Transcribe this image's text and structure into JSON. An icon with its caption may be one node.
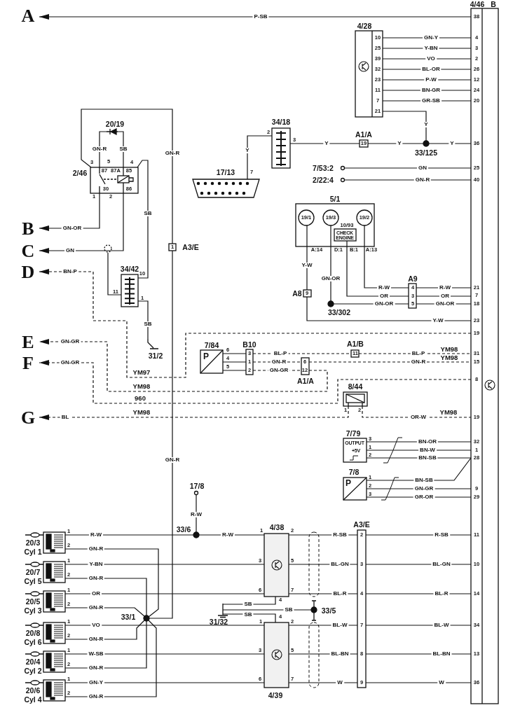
{
  "diagram": {
    "nodes": [
      {
        "text": [
          "A"
        ]
      },
      {
        "text": [
          "B"
        ]
      },
      {
        "text": [
          "C"
        ]
      },
      {
        "text": [
          "D"
        ]
      },
      {
        "text": [
          "E"
        ]
      },
      {
        "text": [
          "F"
        ]
      },
      {
        "text": [
          "G"
        ]
      },
      {
        "text": [
          "4/46",
          "B",
          "38",
          "4",
          "3",
          "2",
          "26",
          "12",
          "24",
          "20",
          "36",
          "25",
          "40",
          "21",
          "7",
          "18",
          "23",
          "19",
          "31",
          "15",
          "8",
          "19",
          "32",
          "1",
          "28",
          "9",
          "29",
          "11",
          "10",
          "14",
          "34",
          "13",
          "36"
        ]
      },
      {
        "text": [
          "4/28",
          "10",
          "25",
          "39",
          "32",
          "23",
          "11",
          "7",
          "21"
        ]
      },
      {
        "text": [
          "34/18"
        ]
      },
      {
        "text": [
          "17/13"
        ]
      },
      {
        "text": [
          "A1/A",
          "19"
        ]
      },
      {
        "text": [
          "33/125"
        ]
      },
      {
        "text": [
          "7/53:2"
        ]
      },
      {
        "text": [
          "2/22:4"
        ]
      },
      {
        "text": [
          "2/46",
          "87",
          "87A",
          "85",
          "30",
          "86"
        ]
      },
      {
        "text": [
          "20/19"
        ]
      },
      {
        "text": [
          "34/42"
        ]
      },
      {
        "text": [],
        "shape": "circle"
      },
      {
        "text": [
          "31/2"
        ]
      },
      {
        "text": [
          "1",
          "A3/E"
        ]
      },
      {
        "text": [
          "5/1"
        ]
      },
      {
        "text": [
          "19/1"
        ],
        "in": 21
      },
      {
        "text": [
          "19/3"
        ],
        "in": 21
      },
      {
        "text": [
          "10/93",
          "CHECK ENGINE"
        ],
        "in": 21
      },
      {
        "text": [
          "19/2"
        ],
        "in": 21
      },
      {
        "text": [
          "A8",
          "9"
        ]
      },
      {
        "text": [
          "33/302"
        ]
      },
      {
        "text": [
          "A9",
          "4",
          "3",
          "5"
        ]
      },
      {
        "text": [
          "7/84",
          "P"
        ]
      },
      {
        "text": [
          "B10",
          "3",
          "1",
          "2"
        ]
      },
      {
        "text": [
          "A1/B",
          "11"
        ]
      },
      {
        "text": [
          "6",
          "12",
          "A1/A"
        ]
      },
      {
        "text": [
          "8/44"
        ]
      },
      {
        "text": [
          "7/79",
          "OUTPUT",
          "+5V"
        ]
      },
      {
        "text": [
          "7/8",
          "P"
        ]
      },
      {
        "text": [
          "17/8"
        ]
      },
      {
        "text": [
          "33/6"
        ]
      },
      {
        "text": [
          "20/3",
          "Cyl 1"
        ]
      },
      {
        "text": [
          "20/7",
          "Cyl 5"
        ]
      },
      {
        "text": [
          "20/5",
          "Cyl 3"
        ]
      },
      {
        "text": [
          "20/8",
          "Cyl 6"
        ]
      },
      {
        "text": [
          "20/4",
          "Cyl 2"
        ]
      },
      {
        "text": [
          "20/6",
          "Cyl 4"
        ]
      },
      {
        "text": [
          "33/1"
        ]
      },
      {
        "text": [
          "4/38"
        ]
      },
      {
        "text": [
          "31/32"
        ]
      },
      {
        "text": [
          "33/5"
        ]
      },
      {
        "text": [
          "4/39"
        ]
      },
      {
        "text": [
          "A3/E",
          "2",
          "3",
          "4",
          "7",
          "8",
          "9"
        ]
      }
    ],
    "edges": [
      {
        "from": 7,
        "to": 0,
        "arrow": "to",
        "label": "P-SB"
      },
      {
        "from": 8,
        "to": 7,
        "arrow": "none",
        "label": "GN-Y"
      },
      {
        "from": 8,
        "to": 7,
        "arrow": "none",
        "label": "Y-BN"
      },
      {
        "from": 8,
        "to": 7,
        "arrow": "none",
        "label": "VO"
      },
      {
        "from": 8,
        "to": 7,
        "arrow": "none",
        "label": "BL-OR"
      },
      {
        "from": 8,
        "to": 7,
        "arrow": "none",
        "label": "P-W"
      },
      {
        "from": 8,
        "to": 7,
        "arrow": "none",
        "label": "BN-GR"
      },
      {
        "from": 8,
        "to": 7,
        "arrow": "none",
        "label": "GR-SB"
      },
      {
        "from": 8,
        "to": 12,
        "arrow": "none",
        "label": "Y"
      },
      {
        "from": 10,
        "to": 9,
        "arrow": "none",
        "label": "Y"
      },
      {
        "from": 9,
        "to": 11,
        "arrow": "none",
        "label": "Y"
      },
      {
        "from": 11,
        "to": 12,
        "arrow": "none",
        "label": "Y"
      },
      {
        "from": 12,
        "to": 7,
        "arrow": "none",
        "label": "Y"
      },
      {
        "from": 13,
        "to": 7,
        "arrow": "none",
        "label": "GN"
      },
      {
        "from": 14,
        "to": 7,
        "arrow": "none",
        "label": "GN-R"
      },
      {
        "from": 15,
        "to": 16,
        "arrow": "none",
        "label": "GN-R"
      },
      {
        "from": 16,
        "to": 15,
        "arrow": "none",
        "label": "SB"
      },
      {
        "from": 15,
        "to": 20,
        "arrow": "none",
        "label": "GN-R"
      },
      {
        "from": 15,
        "to": 1,
        "arrow": "to",
        "label": "GN-OR"
      },
      {
        "from": 15,
        "to": 2,
        "arrow": "to",
        "label": "GN"
      },
      {
        "from": 15,
        "to": 17,
        "arrow": "none",
        "label": "SB"
      },
      {
        "from": 17,
        "to": 18,
        "arrow": "none"
      },
      {
        "from": 17,
        "to": 19,
        "arrow": "none",
        "label": "SB"
      },
      {
        "from": 20,
        "to": 44,
        "arrow": "none",
        "label": "GN-R"
      },
      {
        "from": 7,
        "to": 3,
        "arrow": "to",
        "label": "BN-P",
        "style": "dashed"
      },
      {
        "from": 32,
        "to": 4,
        "arrow": "to",
        "label": "GN-GR",
        "style": "dashed"
      },
      {
        "from": 7,
        "to": 5,
        "arrow": "to",
        "label": "GN-GR",
        "style": "dashed"
      },
      {
        "from": 33,
        "to": 6,
        "arrow": "to",
        "label": "BL",
        "style": "dashed"
      },
      {
        "from": 33,
        "to": 7,
        "arrow": "none",
        "label": "OR-W",
        "style": "dashed"
      },
      {
        "from": 29,
        "to": 30,
        "arrow": "none"
      },
      {
        "from": 29,
        "to": 30,
        "arrow": "none"
      },
      {
        "from": 29,
        "to": 30,
        "arrow": "none"
      },
      {
        "from": 30,
        "to": 31,
        "arrow": "none",
        "label": "BL-P",
        "style": "dashed"
      },
      {
        "from": 31,
        "to": 7,
        "arrow": "none",
        "label": "BL-P",
        "style": "dashed"
      },
      {
        "from": 30,
        "to": 32,
        "arrow": "none",
        "label": "GN-R",
        "style": "dashed"
      },
      {
        "from": 32,
        "to": 7,
        "arrow": "none",
        "label": "GN-R",
        "style": "dashed"
      },
      {
        "from": 30,
        "to": 32,
        "arrow": "none",
        "label": "GN-GR",
        "style": "dashed"
      },
      {
        "from": 22,
        "to": 26,
        "arrow": "none",
        "label": "Y-W"
      },
      {
        "from": 26,
        "to": 7,
        "arrow": "none",
        "label": "Y-W"
      },
      {
        "from": 23,
        "to": 27,
        "arrow": "none",
        "label": "GN-OR"
      },
      {
        "from": 27,
        "to": 28,
        "arrow": "none",
        "label": "GN-OR"
      },
      {
        "from": 24,
        "to": 28,
        "arrow": "none",
        "label": "OR"
      },
      {
        "from": 25,
        "to": 28,
        "arrow": "none",
        "label": "R-W"
      },
      {
        "from": 28,
        "to": 7,
        "arrow": "none",
        "label": "R-W"
      },
      {
        "from": 28,
        "to": 7,
        "arrow": "none",
        "label": "OR"
      },
      {
        "from": 28,
        "to": 7,
        "arrow": "none",
        "label": "GN-OR"
      },
      {
        "from": 34,
        "to": 7,
        "arrow": "none",
        "label": "BN-OR"
      },
      {
        "from": 34,
        "to": 7,
        "arrow": "none",
        "label": "BN-W"
      },
      {
        "from": 34,
        "to": 7,
        "arrow": "none",
        "label": "BN-SB"
      },
      {
        "from": 35,
        "to": 7,
        "arrow": "none",
        "label": "BN-SB"
      },
      {
        "from": 35,
        "to": 7,
        "arrow": "none",
        "label": "GN-GR"
      },
      {
        "from": 35,
        "to": 7,
        "arrow": "none",
        "label": "GR-OR"
      },
      {
        "from": 36,
        "to": 37,
        "arrow": "none",
        "label": "R-W"
      },
      {
        "from": 38,
        "to": 37,
        "arrow": "none",
        "label": "R-W"
      },
      {
        "from": 37,
        "to": 45,
        "arrow": "none",
        "label": "R-W"
      },
      {
        "from": 39,
        "to": 45,
        "arrow": "none",
        "label": "Y-BN"
      },
      {
        "from": 40,
        "to": 45,
        "arrow": "none",
        "label": "OR"
      },
      {
        "from": 41,
        "to": 48,
        "arrow": "none",
        "label": "VO"
      },
      {
        "from": 42,
        "to": 48,
        "arrow": "none",
        "label": "W-SB"
      },
      {
        "from": 43,
        "to": 48,
        "arrow": "none",
        "label": "GN-Y"
      },
      {
        "from": 38,
        "to": 44,
        "arrow": "none",
        "label": "GN-R"
      },
      {
        "from": 39,
        "to": 44,
        "arrow": "none",
        "label": "GN-R"
      },
      {
        "from": 40,
        "to": 44,
        "arrow": "none",
        "label": "GN-R"
      },
      {
        "from": 41,
        "to": 44,
        "arrow": "none",
        "label": "GN-R"
      },
      {
        "from": 42,
        "to": 44,
        "arrow": "none",
        "label": "GN-R"
      },
      {
        "from": 43,
        "to": 44,
        "arrow": "none",
        "label": "GN-R"
      },
      {
        "from": 46,
        "to": 45,
        "arrow": "none",
        "label": "SB"
      },
      {
        "from": 46,
        "to": 47,
        "arrow": "none",
        "label": "SB"
      },
      {
        "from": 46,
        "to": 48,
        "arrow": "none",
        "label": "SB"
      },
      {
        "from": 45,
        "to": 49,
        "arrow": "none",
        "label": "R-SB"
      },
      {
        "from": 45,
        "to": 49,
        "arrow": "none",
        "label": "BL-GN"
      },
      {
        "from": 45,
        "to": 49,
        "arrow": "none",
        "label": "BL-R"
      },
      {
        "from": 48,
        "to": 49,
        "arrow": "none",
        "label": "BL-W"
      },
      {
        "from": 48,
        "to": 49,
        "arrow": "none",
        "label": "BL-BN"
      },
      {
        "from": 48,
        "to": 49,
        "arrow": "none",
        "label": "W"
      },
      {
        "from": 49,
        "to": 7,
        "arrow": "none",
        "label": "R-SB"
      },
      {
        "from": 49,
        "to": 7,
        "arrow": "none",
        "label": "BL-GN"
      },
      {
        "from": 49,
        "to": 7,
        "arrow": "none",
        "label": "BL-R"
      },
      {
        "from": 49,
        "to": 7,
        "arrow": "none",
        "label": "BL-W"
      },
      {
        "from": 49,
        "to": 7,
        "arrow": "none",
        "label": "BL-BN"
      },
      {
        "from": 49,
        "to": 7,
        "arrow": "none",
        "label": "W"
      }
    ],
    "labels": [
      "3",
      "5",
      "4",
      "2",
      "3",
      "7",
      "1",
      "2",
      "A:14",
      "D:1",
      "B:1",
      "A:13",
      "10",
      "11",
      "1",
      "YM97",
      "6",
      "4",
      "5",
      "YM98",
      "YM98",
      "YM98",
      "960",
      "1",
      "2",
      "YM98",
      "YM98",
      "3",
      "1",
      "2",
      "1",
      "2",
      "3",
      "1",
      "2",
      "1",
      "2",
      "3",
      "5",
      "1",
      "2",
      "6",
      "7",
      "1",
      "2",
      "4",
      "4",
      "1",
      "2",
      "1",
      "2",
      "3",
      "5",
      "1",
      "2",
      "6",
      "7",
      "1",
      "2"
    ]
  }
}
